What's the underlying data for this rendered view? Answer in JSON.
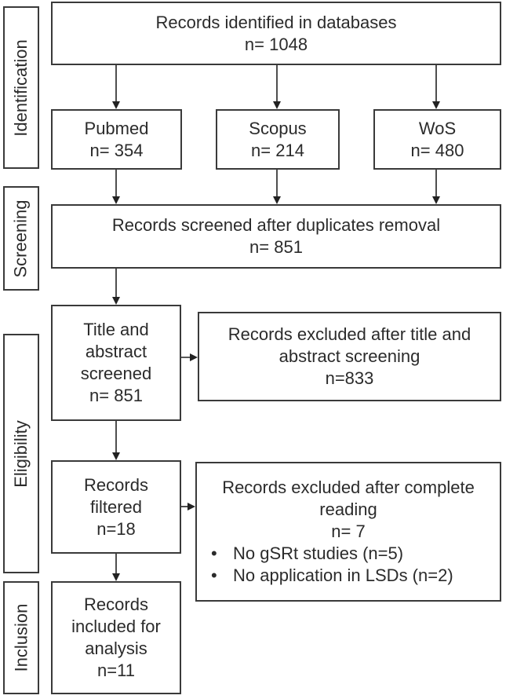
{
  "stages": {
    "identification": "Identification",
    "screening": "Screening",
    "eligibility": "Eligibility",
    "inclusion": "Inclusion"
  },
  "identified": {
    "line1": "Records identified in databases",
    "line2": "n= 1048"
  },
  "pubmed": {
    "line1": "Pubmed",
    "line2": "n= 354"
  },
  "scopus": {
    "line1": "Scopus",
    "line2": "n= 214"
  },
  "wos": {
    "line1": "WoS",
    "line2": "n= 480"
  },
  "screened": {
    "line1": "Records screened after duplicates removal",
    "line2": "n= 851"
  },
  "title_abstract": {
    "line1": "Title and",
    "line2": "abstract",
    "line3": "screened",
    "line4": "n= 851"
  },
  "excluded_title": {
    "line1": "Records excluded after title and",
    "line2": "abstract screening",
    "line3": "n=833"
  },
  "filtered": {
    "line1": "Records",
    "line2": "filtered",
    "line3": "n=18"
  },
  "excluded_reading": {
    "line1": "Records excluded after complete",
    "line2": "reading",
    "line3": "n= 7",
    "bullets": [
      "No gSRt studies (n=5)",
      "No application in LSDs (n=2)"
    ]
  },
  "included": {
    "line1": "Records",
    "line2": "included for",
    "line3": "analysis",
    "line4": "n=11"
  }
}
